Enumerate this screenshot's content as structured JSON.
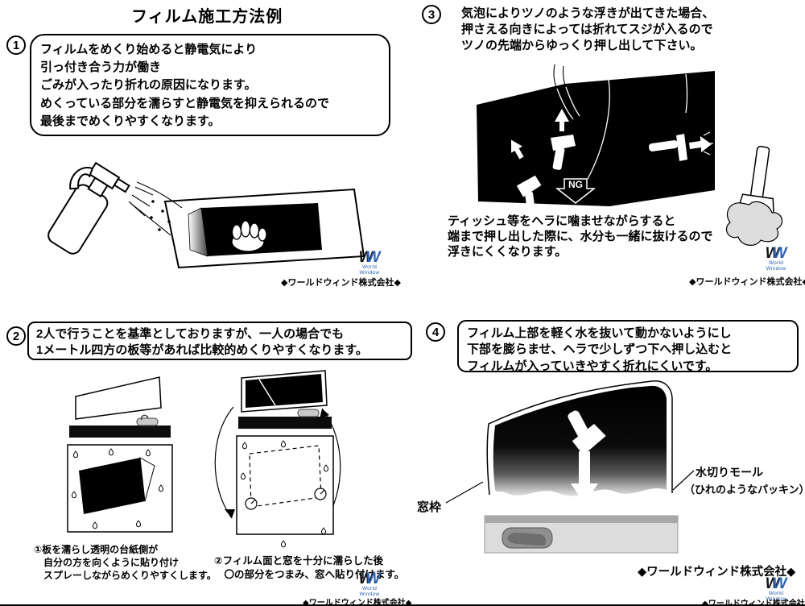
{
  "title": "フィルム施工方法例",
  "company": "◆ワールドウィンド株式会社◆",
  "logo": {
    "w1": "W",
    "w2": "W",
    "name": "World Window"
  },
  "sections": {
    "s1": {
      "num": "1",
      "lines": [
        "フィルムをめくり始めると静電気により",
        "引っ付き合う力が働き",
        "ごみが入ったり折れの原因になります。",
        "めくっている部分を濡らすと静電気を抑えられるので",
        "最後までめくりやすくなります。"
      ]
    },
    "s2": {
      "num": "2",
      "lines": [
        "2人で行うことを基準としておりますが、一人の場合でも",
        "1メートル四方の板等があれば比較的めくりやすくなります。"
      ],
      "caption_left": [
        "①板を濡らし透明の台紙側が",
        "　自分の方を向くように貼り付け",
        "　スプレーしながらめくりやすくします。"
      ],
      "caption_right": [
        "②フィルム面と窓を十分に濡らした後",
        "　〇の部分をつまみ、窓へ貼り付けます。"
      ]
    },
    "s3": {
      "num": "3",
      "lines": [
        "気泡によりツノのような浮きが出てきた場合、",
        "押さえる向きによっては折れてスジが入るので",
        "ツノの先端からゆっくり押し出して下さい。"
      ],
      "ng": "NG",
      "lines2": [
        "ティッシュ等をヘラに噛ませながらすると",
        "端まで押し出した際に、水分も一緒に抜けるので",
        "浮きにくくなります。"
      ]
    },
    "s4": {
      "num": "4",
      "lines": [
        "フィルム上部を軽く水を抜いて動かないようにし",
        "下部を膨らませ、ヘラで少しずつ下へ押し込むと",
        "フィルムが入っていきやすく折れにくいです。"
      ],
      "label_window_frame": "窓枠",
      "label_molding": "水切りモール",
      "label_molding_sub": "（ひれのようなパッキン）"
    }
  }
}
